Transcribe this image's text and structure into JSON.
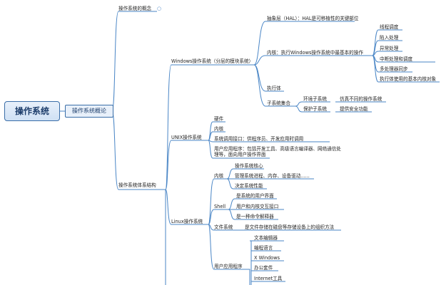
{
  "root": "操作系统",
  "level1": "操作系统概论",
  "concept": "操作系统的概念",
  "structure": "操作系统体系结构",
  "windows": {
    "label": "Windows操作系统（分层的模块系统）",
    "hal": "抽象层（HAL）：HAL是可移植性的关键部位",
    "kernel": "内核：执行Windows操作系统中最基本的操作",
    "kernel_items": [
      "线程调度",
      "陷入处理",
      "异常处理",
      "中断处理和调度",
      "多处理器同步",
      "执行体使用的基本内核对象"
    ],
    "executive": "执行体",
    "subsystem": "子系统集合",
    "env": "环境子系统",
    "env_desc": "仿真不同的操作系统",
    "protect": "保护子系统",
    "protect_desc": "提供安全功能"
  },
  "unix": {
    "label": "UNIX操作系统",
    "items": [
      "硬件",
      "内核",
      "系统调用接口：供程序员、开发应用时调用",
      "用户应用程序：包括开发工具、高级语言编译器、网络通信处理等，面向用户操作界面"
    ]
  },
  "linux": {
    "label": "Linux操作系统",
    "kernel": "内核",
    "kernel_items": [
      "操作系统核心",
      "管理系统进程、内存、设备驱动......",
      "决定系统性能"
    ],
    "shell": "Shell",
    "shell_items": [
      "是系统的用户界面",
      "用户和内核交互接口",
      "是一种命令解释器"
    ],
    "fs": "文件系统",
    "fs_desc": "是文件存储在磁盘等存储设备上的组织方法",
    "apps": "用户应用程序",
    "app_items": [
      "文本编辑器",
      "编程语言",
      "X Windows",
      "办公套件",
      "Internet工具"
    ]
  }
}
